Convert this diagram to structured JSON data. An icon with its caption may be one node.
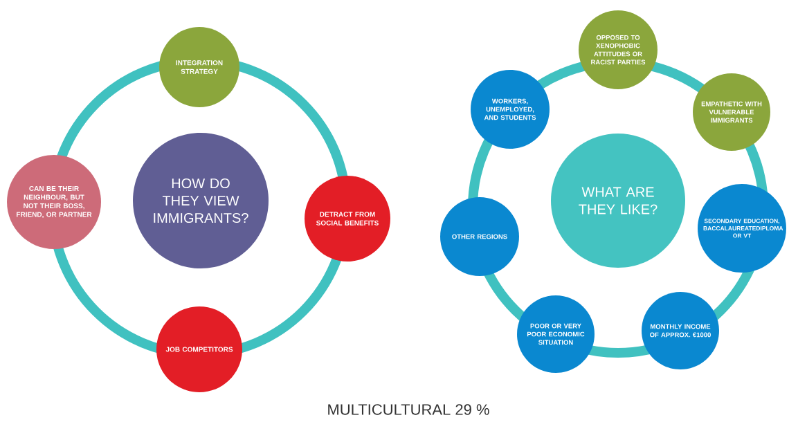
{
  "diagram": {
    "caption": "MULTICULTURAL 29 %",
    "nodes": [
      {
        "text": [
          "HOW DO THEY VIEW IMMIGRANTS?"
        ]
      },
      {
        "text": [
          "INTEGRATION STRATEGY"
        ]
      },
      {
        "text": [
          "DETRACT FROM SOCIAL BENEFITS"
        ]
      },
      {
        "text": [
          "JOB COMPETITORS"
        ]
      },
      {
        "text": [
          "CAN BE THEIR NEIGHBOUR, BUT NOT THEIR BOSS, FRIEND, OR PARTNER"
        ]
      },
      {
        "text": [
          "WHAT ARE THEY LIKE?"
        ]
      },
      {
        "text": [
          "OPPOSED TO XENOPHOBIC ATTITUDES OR RACIST PARTIES"
        ]
      },
      {
        "text": [
          "EMPATHETIC WITH VULNERABLE IMMIGRANTS"
        ]
      },
      {
        "text": [
          "SECONDARY EDUCATION, BACCALAUREATEDIPLOMA OR VT"
        ]
      },
      {
        "text": [
          "MONTHLY INCOME OF APPROX. €1000"
        ]
      },
      {
        "text": [
          "POOR OR VERY POOR ECONOMIC SITUATION"
        ]
      },
      {
        "text": [
          "OTHER REGIONS"
        ]
      },
      {
        "text": [
          "WORKERS, UNEMPLOYED, AND STUDENTS"
        ]
      }
    ]
  }
}
